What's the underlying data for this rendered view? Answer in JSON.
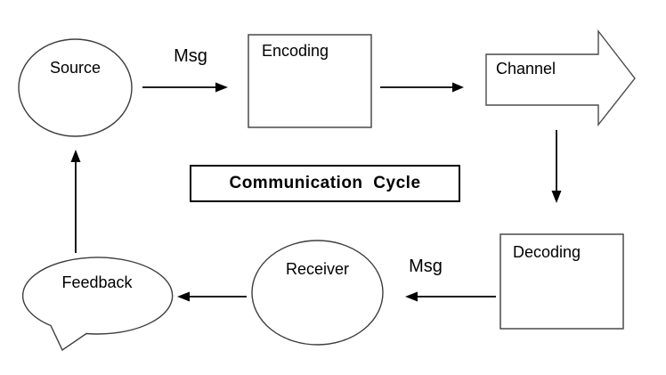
{
  "diagram": {
    "title": "Communication Cycle",
    "background_color": "#ffffff",
    "nodes": {
      "source": {
        "label": "Source",
        "shape": "ellipse"
      },
      "encoding": {
        "label": "Encoding",
        "shape": "rectangle"
      },
      "channel": {
        "label": "Channel",
        "shape": "right-block-arrow"
      },
      "decoding": {
        "label": "Decoding",
        "shape": "rectangle"
      },
      "receiver": {
        "label": "Receiver",
        "shape": "ellipse"
      },
      "feedback": {
        "label": "Feedback",
        "shape": "speech-bubble"
      }
    },
    "edges": [
      {
        "from": "source",
        "to": "encoding",
        "label": "Msg"
      },
      {
        "from": "encoding",
        "to": "channel",
        "label": ""
      },
      {
        "from": "channel",
        "to": "decoding",
        "label": ""
      },
      {
        "from": "decoding",
        "to": "receiver",
        "label": "Msg"
      },
      {
        "from": "receiver",
        "to": "feedback",
        "label": ""
      },
      {
        "from": "feedback",
        "to": "source",
        "label": ""
      }
    ],
    "colors": {
      "shape_stroke": "#3d3d3d",
      "arrow": "#000000",
      "text": "#000000",
      "title_border": "#000000"
    }
  }
}
